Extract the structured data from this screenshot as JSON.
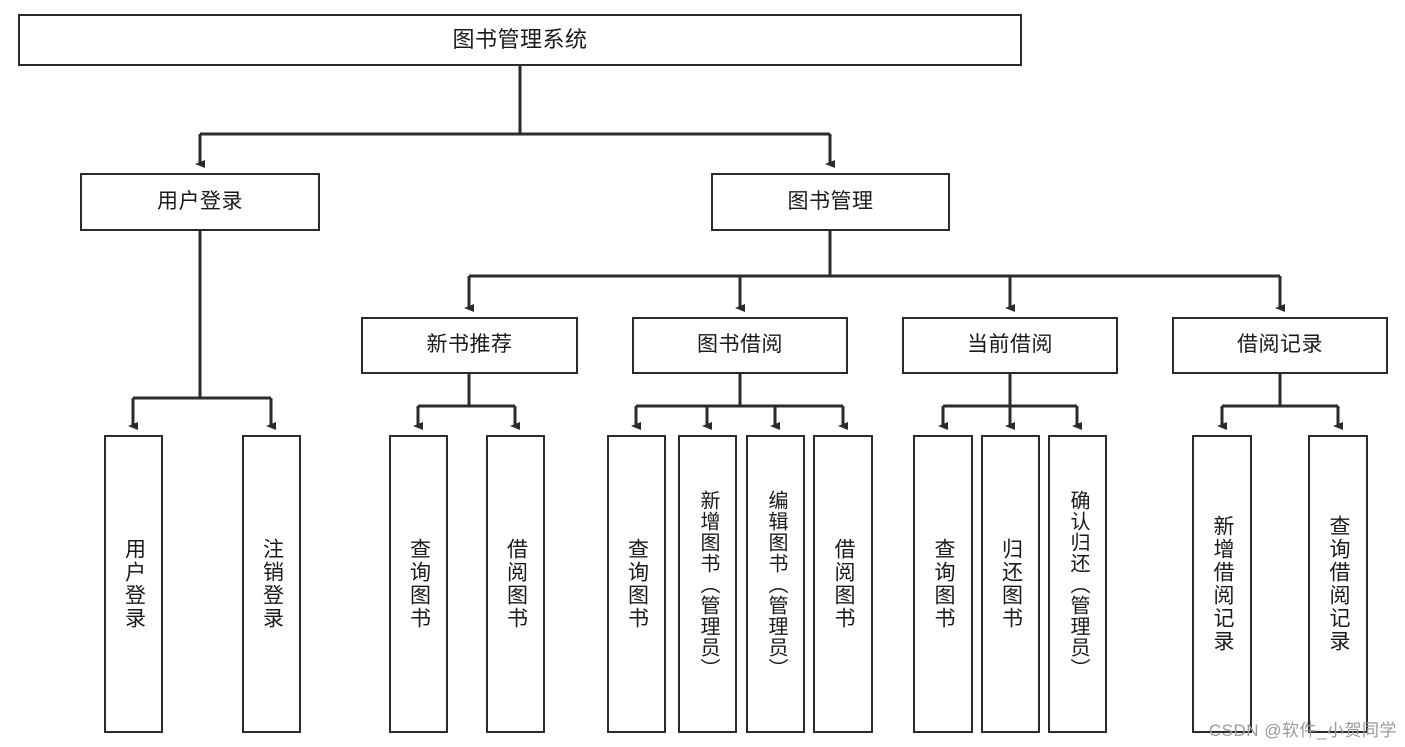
{
  "diagram": {
    "title": "图书管理系统",
    "type": "tree-hierarchy-diagram",
    "watermark": "CSDN @软件_小贺同学",
    "colors": {
      "box_border": "#2b2b2b",
      "box_fill": "#ffffff",
      "edge": "#2b2b2b",
      "text": "#1a1a1a",
      "watermark": "#9a9a9a"
    },
    "nodes": {
      "root": {
        "label": "图书管理系统"
      },
      "level2": [
        {
          "label": "用户登录"
        },
        {
          "label": "图书管理"
        }
      ],
      "level3": [
        {
          "label": "新书推荐"
        },
        {
          "label": "图书借阅"
        },
        {
          "label": "当前借阅"
        },
        {
          "label": "借阅记录"
        }
      ],
      "leaves_user_login": [
        {
          "label": "用户登录"
        },
        {
          "label": "注销登录"
        }
      ],
      "leaves_new_book": [
        {
          "label": "查询图书"
        },
        {
          "label": "借阅图书"
        }
      ],
      "leaves_borrow": [
        {
          "label": "查询图书"
        },
        {
          "label": "新增图书（管理员）"
        },
        {
          "label": "编辑图书（管理员）"
        },
        {
          "label": "借阅图书"
        }
      ],
      "leaves_current": [
        {
          "label": "查询图书"
        },
        {
          "label": "归还图书"
        },
        {
          "label": "确认归还（管理员）"
        }
      ],
      "leaves_records": [
        {
          "label": "新增借阅记录"
        },
        {
          "label": "查询借阅记录"
        }
      ]
    }
  }
}
